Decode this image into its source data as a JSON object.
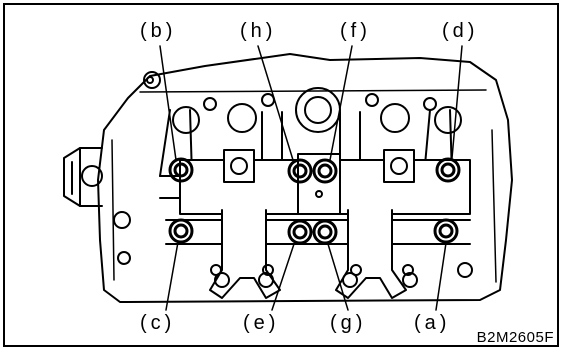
{
  "callouts": {
    "a": "(a)",
    "b": "(b)",
    "c": "(c)",
    "d": "(d)",
    "e": "(e)",
    "f": "(f)",
    "g": "(g)",
    "h": "(h)"
  },
  "figure_id": "B2M2605F",
  "colors": {
    "ink": "#000000",
    "paper": "#ffffff"
  }
}
